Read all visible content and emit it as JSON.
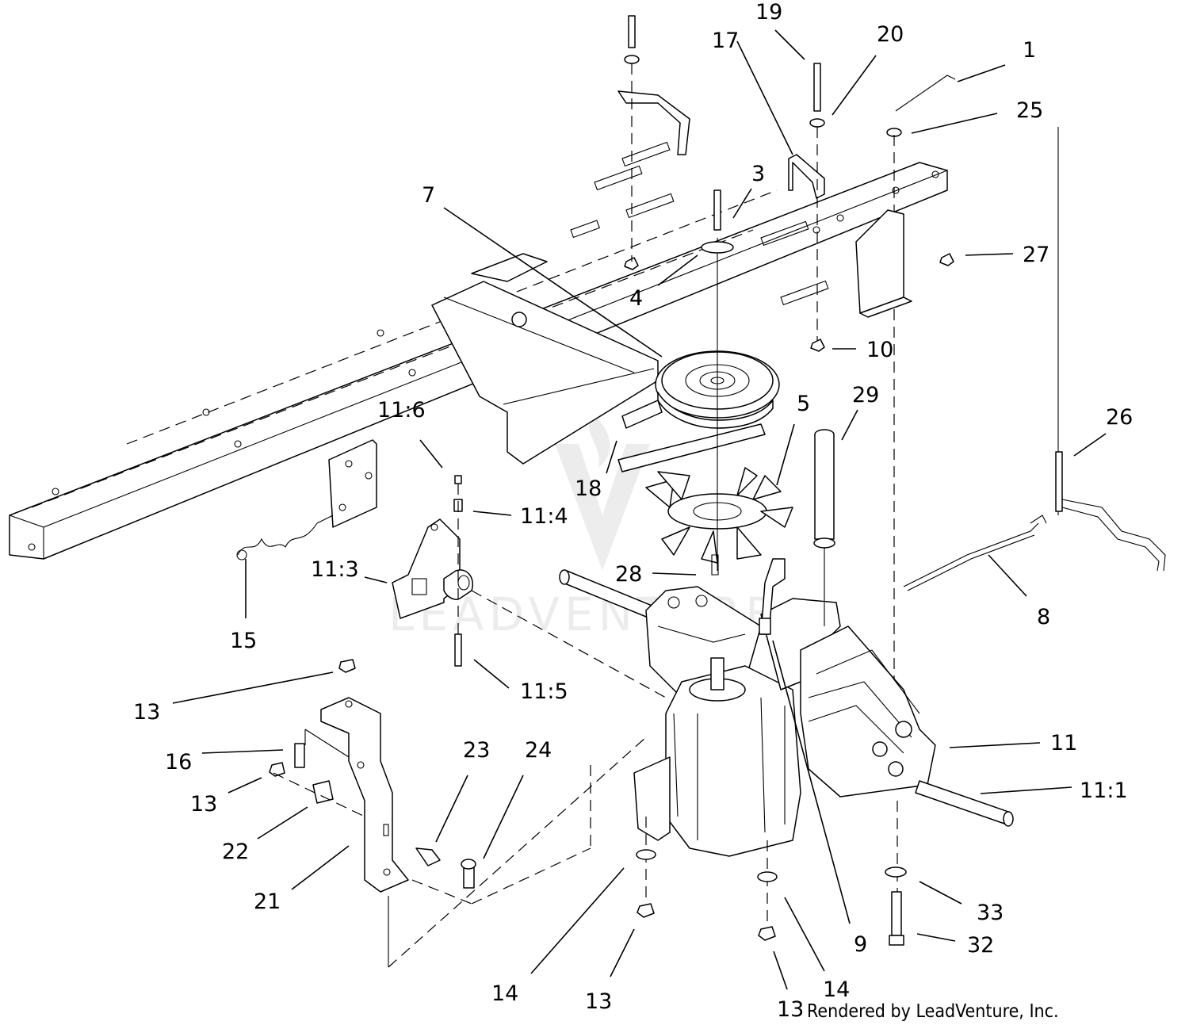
{
  "watermark": "LEADVENTURE",
  "credit": "Rendered by LeadVenture, Inc.",
  "callouts": {
    "c1": "1",
    "c3": "3",
    "c4": "4",
    "c5": "5",
    "c7": "7",
    "c8": "8",
    "c9": "9",
    "c10": "10",
    "c11": "11",
    "c11_1": "11:1",
    "c11_3": "11:3",
    "c11_4": "11:4",
    "c11_5": "11:5",
    "c11_6": "11:6",
    "c13a": "13",
    "c13b": "13",
    "c13c": "13",
    "c13d": "13",
    "c14a": "14",
    "c14b": "14",
    "c15": "15",
    "c16": "16",
    "c17": "17",
    "c18": "18",
    "c19": "19",
    "c20": "20",
    "c21": "21",
    "c22": "22",
    "c23": "23",
    "c24": "24",
    "c25": "25",
    "c26": "26",
    "c27": "27",
    "c28": "28",
    "c29": "29",
    "c32": "32",
    "c33": "33"
  }
}
